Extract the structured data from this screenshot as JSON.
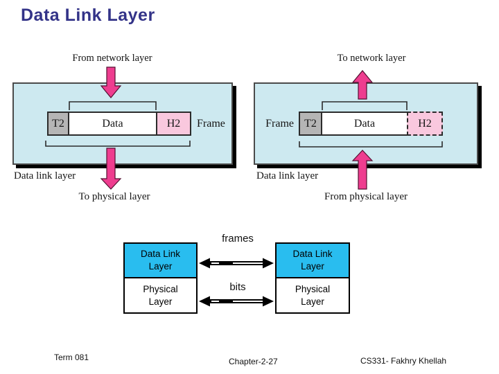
{
  "slide": {
    "title": "Data Link Layer",
    "footer": {
      "left": "Term 081",
      "center": "Chapter-2-27",
      "right": "CS331- Fakhry Khellah"
    }
  },
  "sender_panel": {
    "top_label": "From network layer",
    "boxes": {
      "trailer": "T2",
      "data": "Data",
      "header": "H2"
    },
    "frame_label": "Frame",
    "layer_label": "Data link layer",
    "bottom_label": "To physical layer"
  },
  "receiver_panel": {
    "top_label": "To network layer",
    "frame_label": "Frame",
    "boxes": {
      "trailer": "T2",
      "data": "Data",
      "header": "H2"
    },
    "layer_label": "Data link layer",
    "bottom_label": "From physical layer"
  },
  "stack_diagram": {
    "left_stack": {
      "top": "Data Link\nLayer",
      "bottom": "Physical\nLayer"
    },
    "right_stack": {
      "top": "Data Link\nLayer",
      "bottom": "Physical\nLayer"
    },
    "frames_label": "frames",
    "bits_label": "bits"
  },
  "colors": {
    "title_color": "#333388",
    "panel_fill": "#CDE9F0",
    "trailer_fill": "#B5B5B5",
    "header_fill": "#F9C8DE",
    "arrow_pink": "#EE3D8F",
    "layer_cyan": "#29BDEF"
  }
}
